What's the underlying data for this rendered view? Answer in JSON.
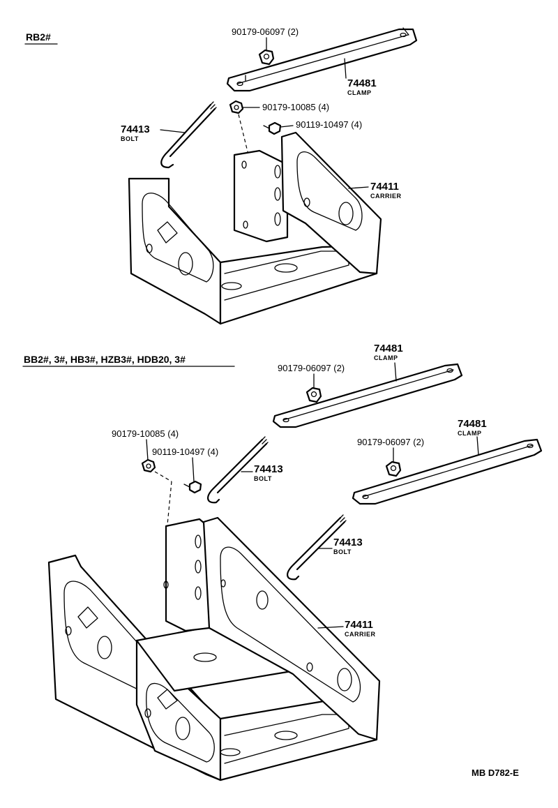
{
  "sections": [
    {
      "header": "RB2#",
      "labels": {
        "clamp_nut": "90179-06097 (2)",
        "clamp_num": "74481",
        "clamp_name": "CLAMP",
        "nut": "90179-10085 (4)",
        "bolt_small": "90119-10497 (4)",
        "bolt_num": "74413",
        "bolt_name": "BOLT",
        "carrier_num": "74411",
        "carrier_name": "CARRIER"
      }
    },
    {
      "header": "BB2#, 3#, HB3#, HZB3#, HDB20, 3#",
      "labels": {
        "clamp1_num": "74481",
        "clamp1_name": "CLAMP",
        "clamp1_nut": "90179-06097 (2)",
        "clamp2_num": "74481",
        "clamp2_name": "CLAMP",
        "clamp2_nut": "90179-06097 (2)",
        "nut": "90179-10085 (4)",
        "bolt_small": "90119-10497 (4)",
        "bolt1_num": "74413",
        "bolt1_name": "BOLT",
        "bolt2_num": "74413",
        "bolt2_name": "BOLT",
        "carrier_num": "74411",
        "carrier_name": "CARRIER"
      }
    }
  ],
  "diagram_code": "MB D782-E"
}
